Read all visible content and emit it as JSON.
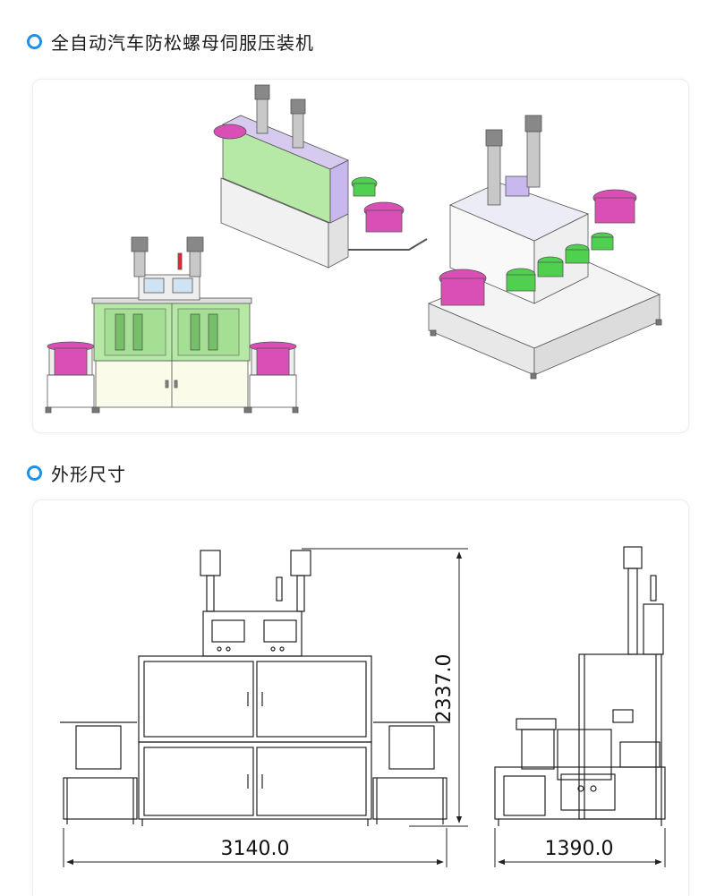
{
  "sections": [
    {
      "title": "全自动汽车防松螺母伺服压装机"
    },
    {
      "title": "外形尺寸"
    }
  ],
  "dimensions": {
    "height": "2337.0",
    "front_width": "3140.0",
    "side_width": "1390.0"
  },
  "colors": {
    "accent": "#1e90e6",
    "enclosure_green": "#b6e8a6",
    "feeder_pink": "#d94fb5",
    "feeder_green": "#4fd14f",
    "panel_purple": "#c9b8ee"
  }
}
